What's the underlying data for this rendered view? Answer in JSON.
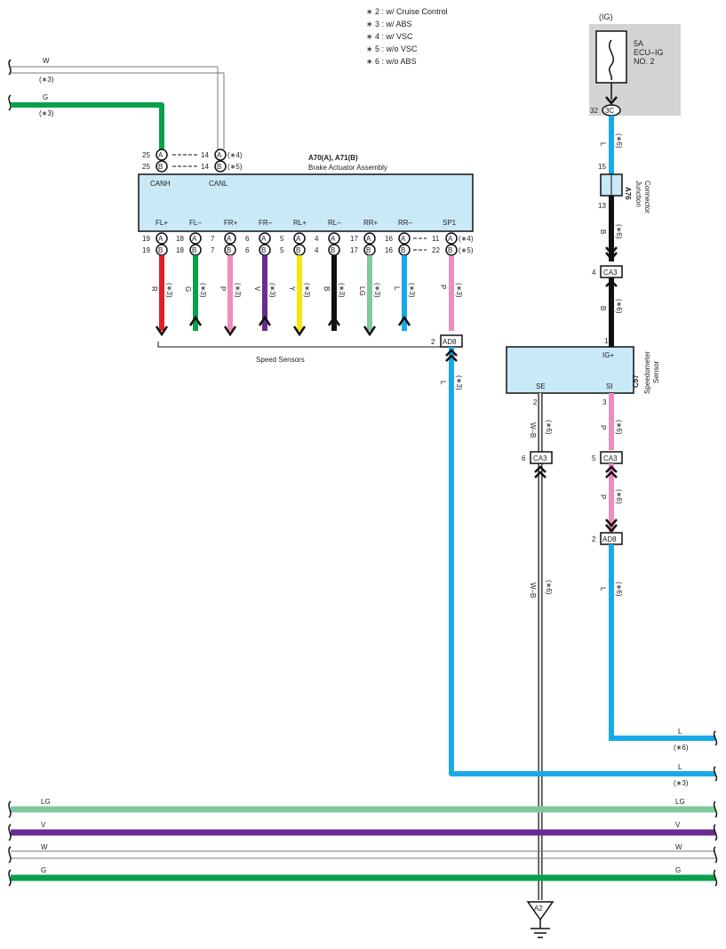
{
  "colors": {
    "L": "#1aa9e8",
    "G": "#0aa14a",
    "R": "#e31d25",
    "P": "#ef8cc1",
    "V": "#6a2c8e",
    "Y": "#f5e60e",
    "B": "#111111",
    "LG": "#80c99a",
    "W": "#ffffff",
    "box_fill": "#c9e9f7",
    "ig_fill": "#d4d4d4"
  },
  "legend": [
    "∗ 2 : w/ Cruise Control",
    "∗ 3 : w/ ABS",
    "∗ 4 : w/ VSC",
    "∗ 5 : w/o VSC",
    "∗ 6 : w/o ABS"
  ],
  "ig": {
    "label": "(IG)",
    "fuse_l1": "5A",
    "fuse_l2": "ECU–IG",
    "fuse_l3": "NO. 2",
    "pin": "32",
    "conn": "3C"
  },
  "left_inputs": {
    "w_color": "W",
    "w_note": "(∗3)",
    "g_color": "G",
    "g_note": "(∗3)"
  },
  "actuator": {
    "title": "A70(A), A71(B)",
    "subtitle": "Brake Actuator Assembly",
    "canh": "CANH",
    "canl": "CANL",
    "canh_pin_a": "25",
    "canh_pin_b": "25",
    "canl_pin_a": "14",
    "canl_pin_b": "14",
    "canl_note_a": "(∗4)",
    "canl_note_b": "(∗5)",
    "conn_a": "A",
    "conn_b": "B",
    "terminals": [
      {
        "name": "FL+",
        "pa": "19",
        "pb": "19",
        "wire": "R",
        "note": "(∗3)",
        "dir": "down"
      },
      {
        "name": "FL–",
        "pa": "18",
        "pb": "18",
        "wire": "G",
        "note": "(∗3)",
        "dir": "up"
      },
      {
        "name": "FR+",
        "pa": "7",
        "pb": "7",
        "wire": "P",
        "note": "(∗3)",
        "dir": "down"
      },
      {
        "name": "FR–",
        "pa": "6",
        "pb": "6",
        "wire": "V",
        "note": "(∗3)",
        "dir": "up"
      },
      {
        "name": "RL+",
        "pa": "5",
        "pb": "5",
        "wire": "Y",
        "note": "(∗3)",
        "dir": "down"
      },
      {
        "name": "RL–",
        "pa": "4",
        "pb": "4",
        "wire": "B",
        "note": "(∗3)",
        "dir": "up"
      },
      {
        "name": "RR+",
        "pa": "17",
        "pb": "17",
        "wire": "LG",
        "note": "(∗3)",
        "dir": "down"
      },
      {
        "name": "RR–",
        "pa": "16",
        "pb": "16",
        "wire": "L",
        "note": "(∗3)",
        "dir": "up"
      }
    ],
    "sp1": {
      "name": "SP1",
      "pa": "11",
      "pb": "22",
      "note_a": "(∗4)",
      "note_b": "(∗5)",
      "wire": "P",
      "note": "(∗3)"
    },
    "speed_sensors": "Speed Sensors"
  },
  "ad8_left": {
    "pin": "2",
    "name": "AD8",
    "wire": "L",
    "note": "(∗3)"
  },
  "junction": {
    "code": "A76",
    "name1": "Junction",
    "name2": "Connector",
    "pin_top": "15",
    "pin_bottom": "13",
    "wire_top": "L",
    "note_top": "(∗6)",
    "wire_bottom": "B",
    "note_bottom": "(∗6)"
  },
  "ca3_top": {
    "pin": "4",
    "name": "CA3",
    "wire": "B",
    "note": "(∗6)"
  },
  "speedometer": {
    "code": "C57",
    "name1": "Speedometer",
    "name2": "Sensor",
    "pin_ig": "1",
    "ig": "IG+",
    "se": "SE",
    "si": "SI",
    "pin_se": "2",
    "pin_si": "3",
    "se_wire": "W–B",
    "se_note": "(∗6)",
    "si_wire": "P",
    "si_note": "(∗6)"
  },
  "ca3_se": {
    "pin": "6",
    "name": "CA3",
    "wire": "W–B",
    "note": "(∗6)"
  },
  "ca3_si": {
    "pin": "5",
    "name": "CA3",
    "wire": "P",
    "note": "(∗6)"
  },
  "ad8_right": {
    "pin": "2",
    "name": "AD8",
    "wire": "L",
    "note": "(∗6)"
  },
  "right_outputs": {
    "l6": "L",
    "l6_note": "(∗6)",
    "l3": "L",
    "l3_note": "(∗3)"
  },
  "bus": [
    {
      "color": "LG",
      "left": "LG",
      "right": "LG"
    },
    {
      "color": "V",
      "left": "V",
      "right": "V"
    },
    {
      "color": "W",
      "left": "W",
      "right": "W"
    },
    {
      "color": "G",
      "left": "G",
      "right": "G"
    }
  ],
  "ground": {
    "name": "A2"
  }
}
